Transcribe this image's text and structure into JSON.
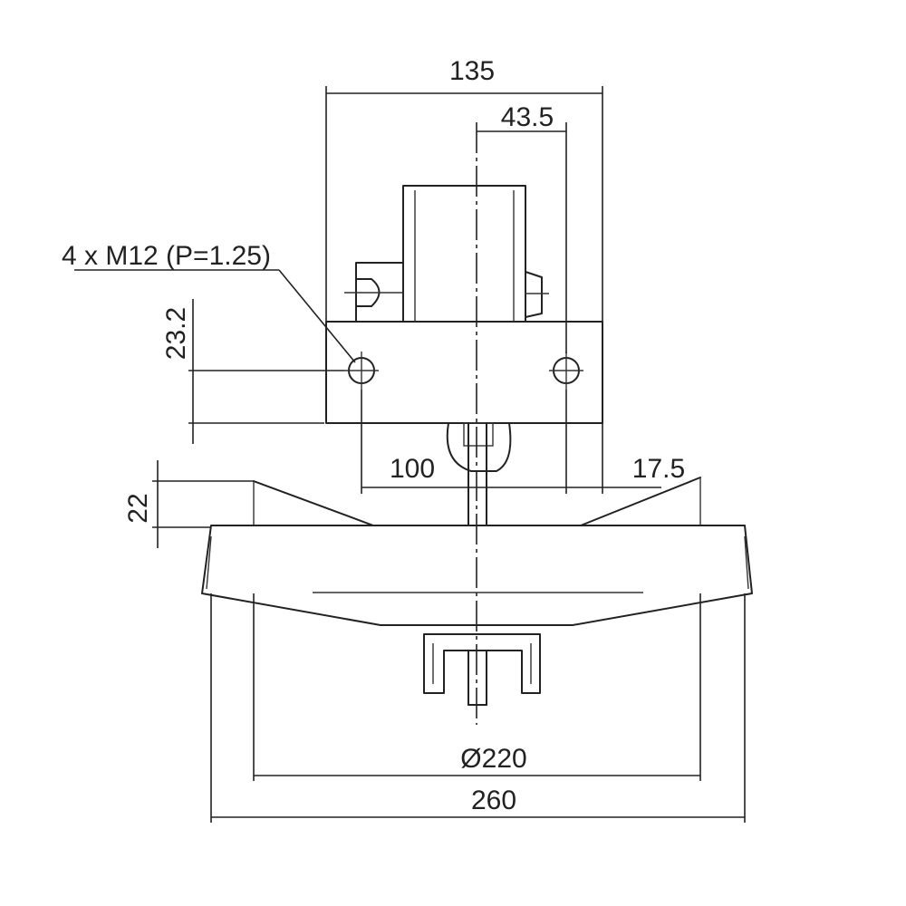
{
  "dimensions": {
    "overall_width_top": "135",
    "offset_right": "43.5",
    "thread_spec": "4 x M12 (P=1.25)",
    "hole_height": "23.2",
    "hole_spacing": "100",
    "right_offset": "17.5",
    "flange_height": "22",
    "inner_diameter": "Ø220",
    "overall_width_bottom": "260"
  }
}
